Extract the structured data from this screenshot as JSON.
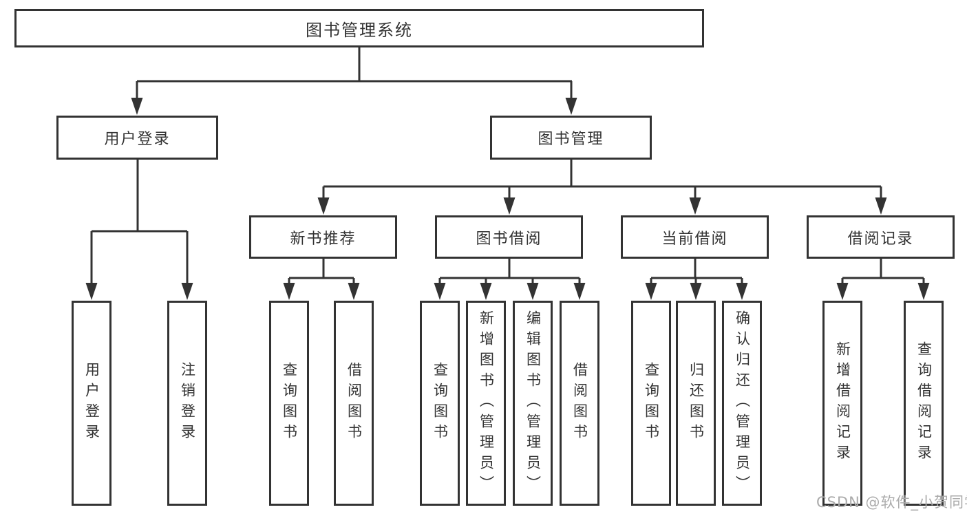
{
  "tree": {
    "root": "图书管理系统",
    "children": [
      {
        "label": "用户登录",
        "children": [
          {
            "label": "用户登录"
          },
          {
            "label": "注销登录"
          }
        ]
      },
      {
        "label": "图书管理",
        "children": [
          {
            "label": "新书推荐",
            "children": [
              {
                "label": "查询图书"
              },
              {
                "label": "借阅图书"
              }
            ]
          },
          {
            "label": "图书借阅",
            "children": [
              {
                "label": "查询图书"
              },
              {
                "label": "新增图书（管理员）"
              },
              {
                "label": "编辑图书（管理员）"
              },
              {
                "label": "借阅图书"
              }
            ]
          },
          {
            "label": "当前借阅",
            "children": [
              {
                "label": "查询图书"
              },
              {
                "label": "归还图书"
              },
              {
                "label": "确认归还（管理员）"
              }
            ]
          },
          {
            "label": "借阅记录",
            "children": [
              {
                "label": "新增借阅记录"
              },
              {
                "label": "查询借阅记录"
              }
            ]
          }
        ]
      }
    ]
  },
  "watermark": {
    "text": "CSDN @软件_小贺同学"
  },
  "colors": {
    "line": "#333333",
    "box_border": "#333333",
    "text": "#333333",
    "watermark": "#ababab",
    "background": "#ffffff"
  }
}
